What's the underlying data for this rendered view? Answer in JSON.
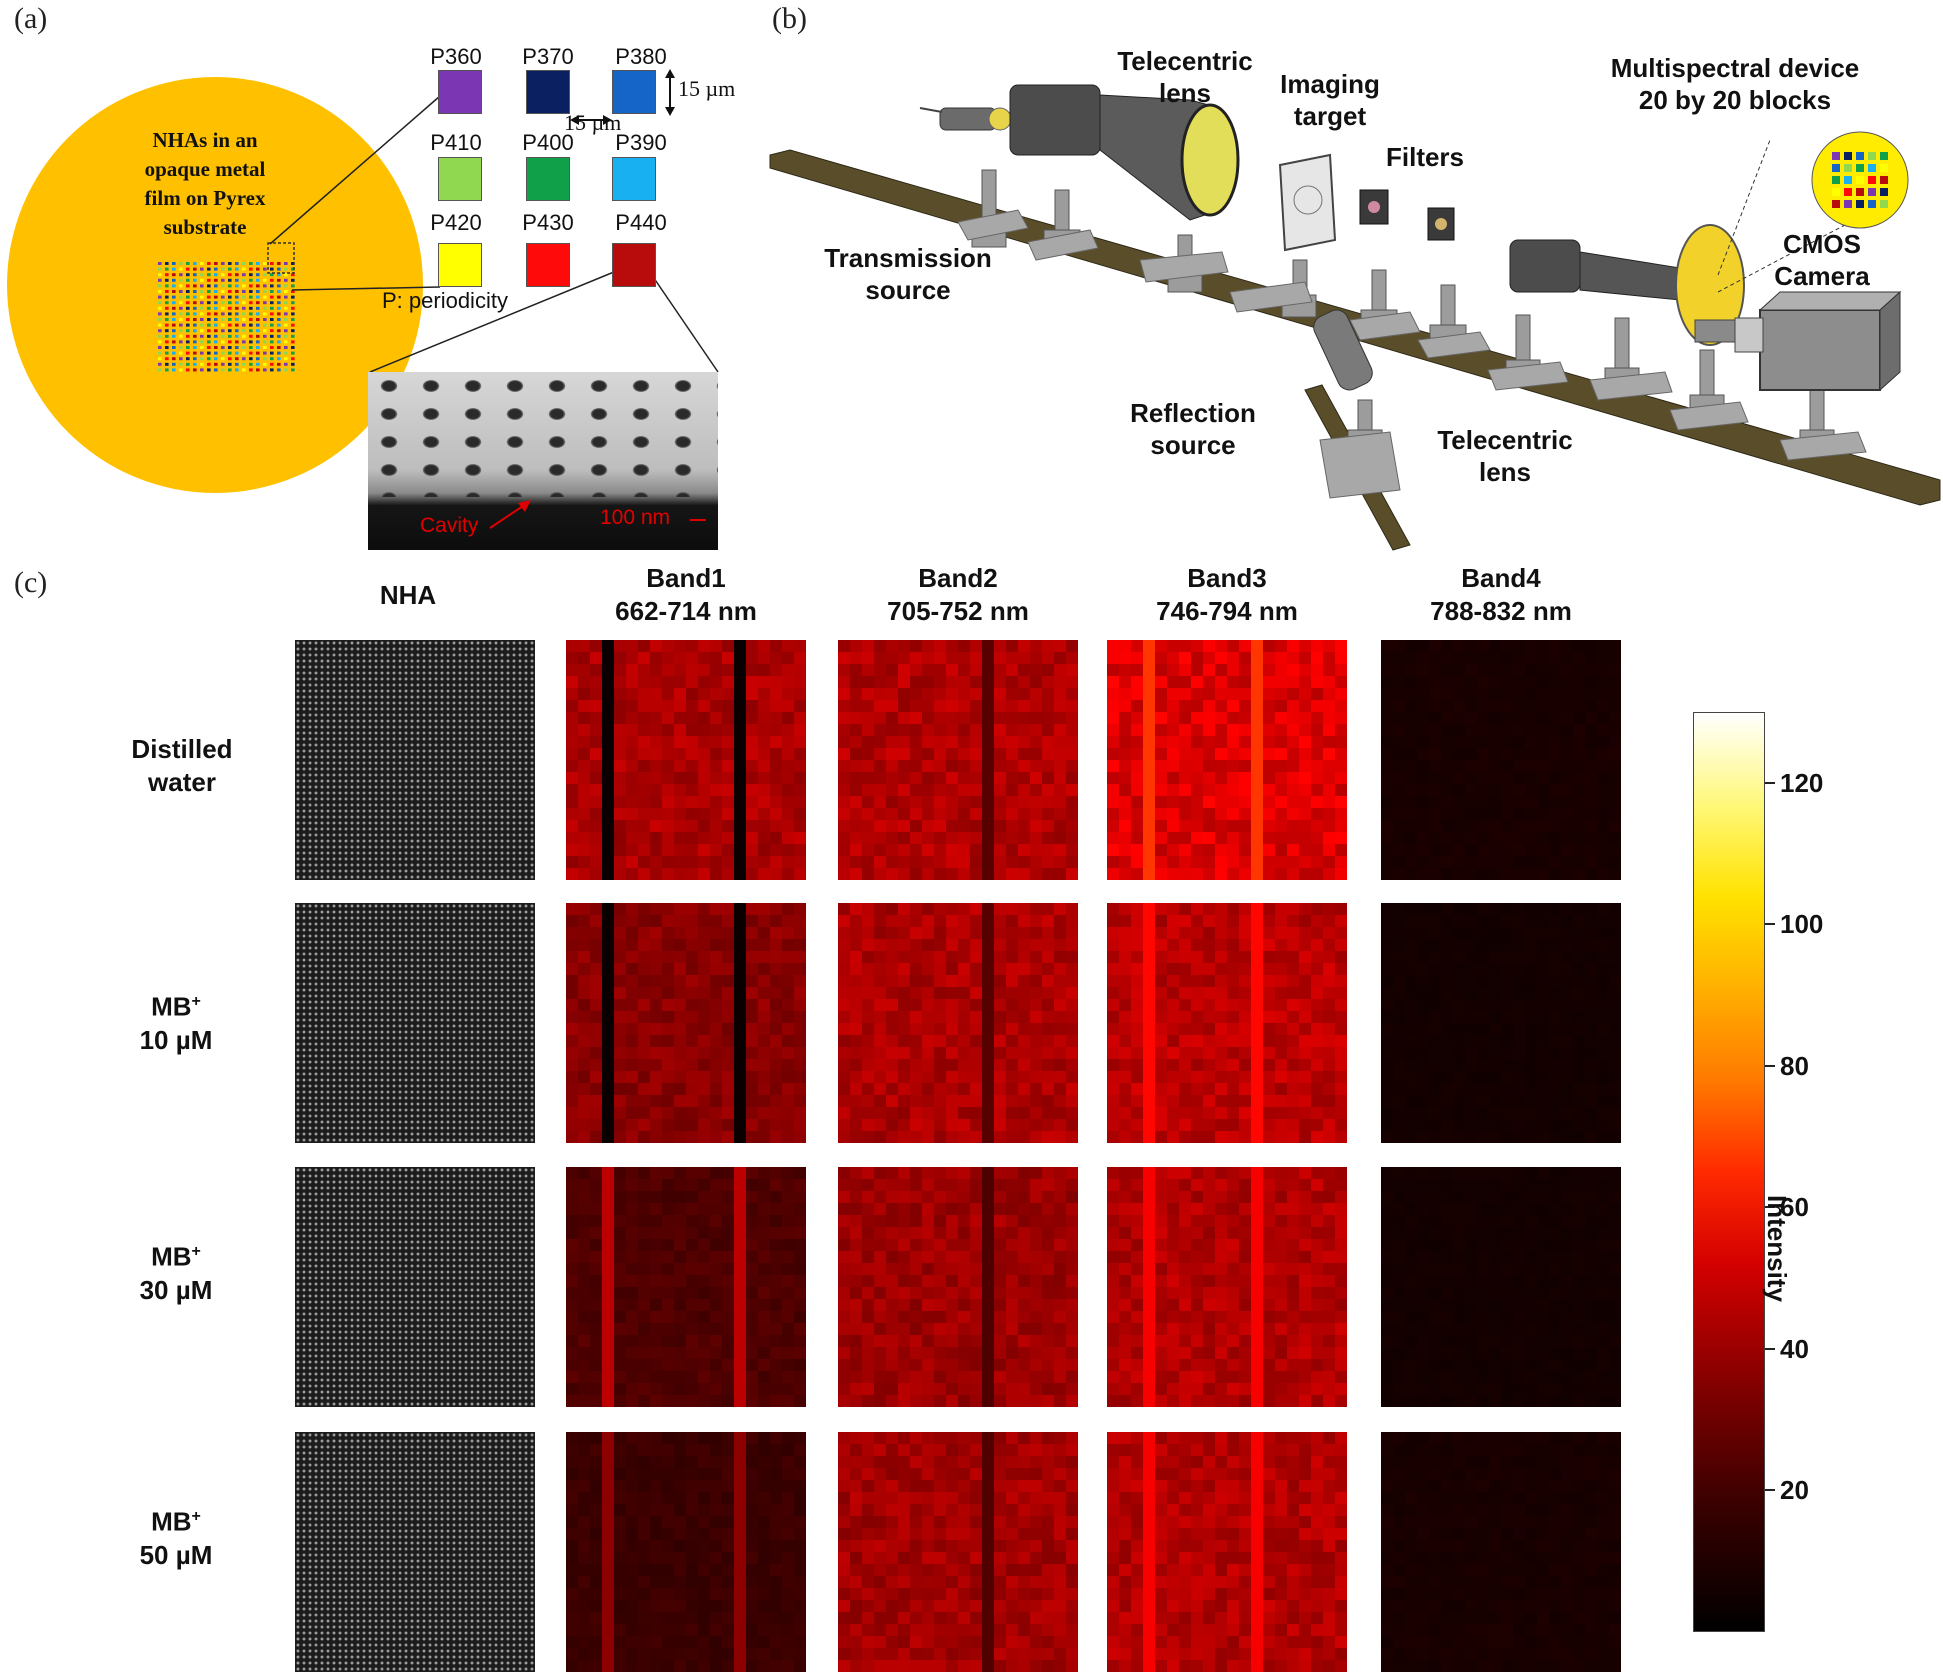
{
  "panel_labels": {
    "a": "(a)",
    "b": "(b)",
    "c": "(c)"
  },
  "panel_a": {
    "circle_text": [
      "NHAs in an",
      "opaque metal",
      "film on Pyrex",
      "substrate"
    ],
    "swatches": [
      {
        "label": "P360",
        "color": "#7b36b3"
      },
      {
        "label": "P370",
        "color": "#0b2060"
      },
      {
        "label": "P380",
        "color": "#1565c8"
      },
      {
        "label": "P410",
        "color": "#8fd850"
      },
      {
        "label": "P400",
        "color": "#10a04a"
      },
      {
        "label": "P390",
        "color": "#18b0f0"
      },
      {
        "label": "P420",
        "color": "#ffff00"
      },
      {
        "label": "P430",
        "color": "#ff0a0a"
      },
      {
        "label": "P440",
        "color": "#b80c0c"
      }
    ],
    "dim_h": "15 µm",
    "dim_v": "15 µm",
    "periodicity_note": "P: periodicity",
    "sem": {
      "cavity": "Cavity",
      "scale": "100 nm"
    }
  },
  "panel_b": {
    "telecentric_lens_top": [
      "Telecentric",
      "lens"
    ],
    "imaging_target": [
      "Imaging",
      "target"
    ],
    "filters": "Filters",
    "multispectral_device": [
      "Multispectral device",
      "20 by 20 blocks"
    ],
    "cmos_camera": [
      "CMOS",
      "Camera"
    ],
    "transmission_source": [
      "Transmission",
      "source"
    ],
    "reflection_source": [
      "Reflection",
      "source"
    ],
    "telecentric_lens_bottom": [
      "Telecentric",
      "lens"
    ]
  },
  "panel_c": {
    "columns": [
      {
        "name": "NHA",
        "range": ""
      },
      {
        "name": "Band1",
        "range": "662-714 nm"
      },
      {
        "name": "Band2",
        "range": "705-752 nm"
      },
      {
        "name": "Band3",
        "range": "746-794 nm"
      },
      {
        "name": "Band4",
        "range": "788-832 nm"
      }
    ],
    "rows": [
      {
        "line1": "Distilled",
        "sup": "",
        "line2": "water"
      },
      {
        "line1": "MB",
        "sup": "+",
        "line2": "10 µM"
      },
      {
        "line1": "MB",
        "sup": "+",
        "line2": "30 µM"
      },
      {
        "line1": "MB",
        "sup": "+",
        "line2": "50 µM"
      }
    ],
    "colorbar": {
      "label": "Intensity",
      "ticks": [
        20,
        40,
        60,
        80,
        100,
        120
      ],
      "range": [
        0,
        130
      ],
      "colormap": "hot"
    },
    "heatmap_mean_intensity": [
      [
        null,
        35,
        36,
        45,
        5
      ],
      [
        null,
        28,
        35,
        38,
        4
      ],
      [
        null,
        16,
        32,
        36,
        4
      ],
      [
        null,
        12,
        33,
        36,
        5
      ]
    ]
  }
}
